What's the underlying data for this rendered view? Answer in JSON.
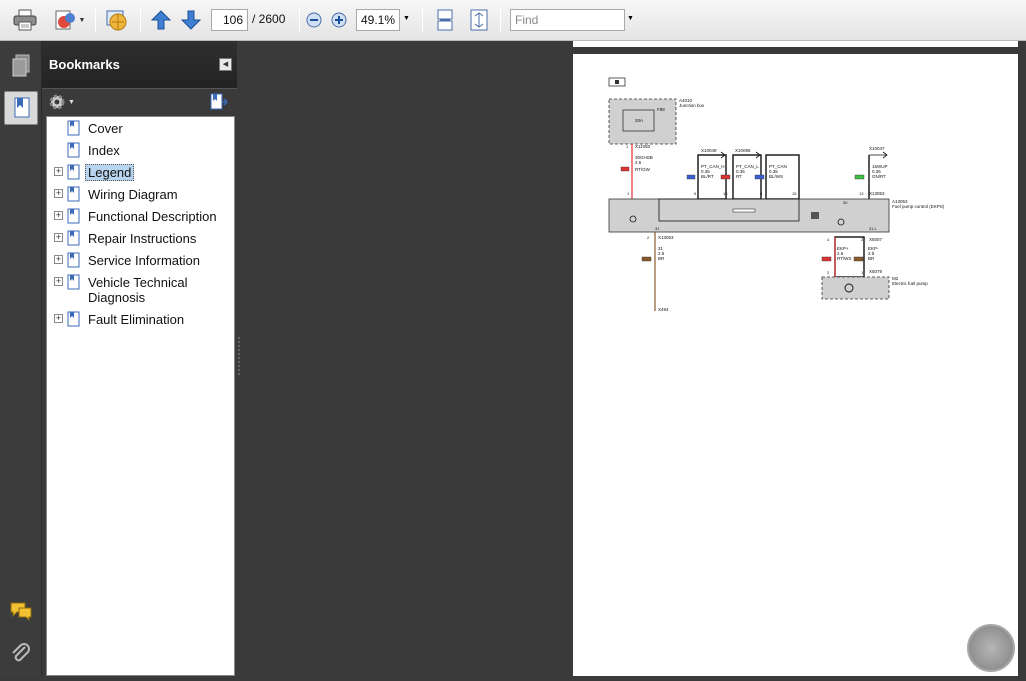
{
  "toolbar": {
    "page_current": "106",
    "page_total": "/ 2600",
    "zoom": "49.1%",
    "find_placeholder": "Find"
  },
  "bookmarks": {
    "title": "Bookmarks",
    "items": [
      {
        "label": "Cover",
        "expandable": false,
        "selected": false
      },
      {
        "label": "Index",
        "expandable": false,
        "selected": false
      },
      {
        "label": "Legend",
        "expandable": true,
        "selected": true
      },
      {
        "label": "Wiring Diagram",
        "expandable": true,
        "selected": false
      },
      {
        "label": "Functional Description",
        "expandable": true,
        "selected": false
      },
      {
        "label": "Repair Instructions",
        "expandable": true,
        "selected": false
      },
      {
        "label": "Service Information",
        "expandable": true,
        "selected": false
      },
      {
        "label": "Vehicle Technical Diagnosis",
        "expandable": true,
        "selected": false
      },
      {
        "label": "Fault Elimination",
        "expandable": true,
        "selected": false
      }
    ]
  },
  "diagram": {
    "junction_box_id": "A4010",
    "junction_box_label": "Junction box",
    "fuse": "F88",
    "fuse_rating": "20A",
    "connector_top": "X11050",
    "wire_left": [
      "30GHSB",
      "2.5",
      "RT/GW"
    ],
    "connectors_mid": [
      "X10049",
      "X10095",
      "X10047"
    ],
    "can_h": [
      "PT_CAN_H",
      "0.35",
      "BL/RT"
    ],
    "can_l": [
      "PT_CAN_L",
      "0.35",
      "RT"
    ],
    "can": [
      "PT_CAN",
      "0.35",
      "BL/WS"
    ],
    "pin_right": [
      "15WUP",
      "0.35",
      "GN/RT"
    ],
    "pins_top": [
      "1",
      "9",
      "10",
      "8",
      "15",
      "13"
    ],
    "module_connector": "X13053",
    "module_id": "A13053",
    "module_label": "Fuel pump control (EKPS)",
    "ground_connector": "X13053",
    "ground_wire": [
      "31",
      "2.5",
      "BR"
    ],
    "ground_point": "X494",
    "pump_connector": "X5007",
    "pump_wire_a": [
      "EKP+",
      "2.5",
      "RT/WS"
    ],
    "pump_wire_b": [
      "EKP-",
      "2.5",
      "BR"
    ],
    "pump_plug": "X5079",
    "pump_id": "M2",
    "pump_label": "Electric fuel pump",
    "small_31": "31",
    "small_30": "30",
    "small_31l": "31 L",
    "pins_ground": [
      "2",
      "31 L"
    ],
    "pins_pump": [
      "4",
      "2",
      "1",
      "3"
    ]
  }
}
